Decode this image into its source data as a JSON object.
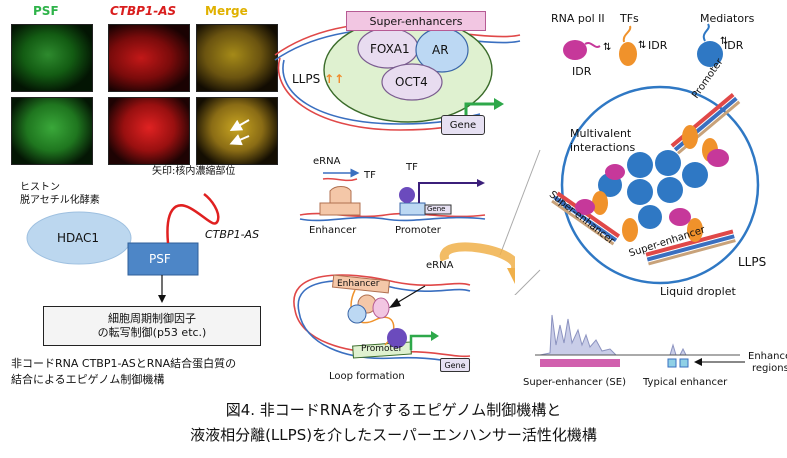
{
  "figure": {
    "caption_line1": "図4. 非コードRNAを介するエピゲノム制御機構と",
    "caption_line2": "液液相分離(LLPS)を介したスーパーエンハンサー活性化機構"
  },
  "micrographs": {
    "channels": [
      "PSF",
      "CTBP1-AS",
      "Merge"
    ],
    "channel_colors": [
      "#2fb34a",
      "#d91e1e",
      "#e0b100"
    ],
    "arrow_caption": "矢印:核内濃縮部位"
  },
  "left_panel": {
    "hdac_label_line1": "ヒストン",
    "hdac_label_line2": "脱アセチル化酵素",
    "hdac1": "HDAC1",
    "psf": "PSF",
    "rna": "CTBP1-AS",
    "target_line1": "細胞周期制御因子",
    "target_line2": "の転写制御(p53 etc.)",
    "summary_line1": "非コードRNA CTBP1-ASとRNA結合蛋白質の",
    "summary_line2": "結合によるエピゲノム制御機構"
  },
  "top_center": {
    "super_enhancers": "Super-enhancers",
    "foxa1": "FOXA1",
    "ar": "AR",
    "oct4": "OCT4",
    "llps": "LLPS",
    "llps_arrows": "↑↑",
    "gene": "Gene"
  },
  "legend": {
    "rna_pol": "RNA pol II",
    "tfs": "TFs",
    "mediators": "Mediators",
    "idr": "IDR",
    "colors": {
      "pol": "#c6389a",
      "tf": "#f0922b",
      "mediator": "#2f78c4"
    }
  },
  "middle": {
    "erna": "eRNA",
    "tf": "TF",
    "gene": "Gene",
    "enhancer": "Enhancer",
    "promoter": "Promoter"
  },
  "droplet": {
    "promoter": "Promoter",
    "multivalent_line1": "Multivalent",
    "multivalent_line2": "interactions",
    "super_enhancer_left": "Super-enhancer",
    "super_enhancer_right": "Super-enhancer",
    "llps": "LLPS",
    "liquid_droplet": "Liquid droplet"
  },
  "loop": {
    "erna": "eRNA",
    "enhancer": "Enhancer",
    "promoter": "Promoter",
    "gene": "Gene",
    "loop_formation": "Loop formation"
  },
  "se_plot": {
    "enhancer_regions_line1": "Enhancer",
    "enhancer_regions_line2": "regions",
    "super_enhancer_se": "Super-enhancer (SE)",
    "typical_enhancer": "Typical enhancer"
  }
}
